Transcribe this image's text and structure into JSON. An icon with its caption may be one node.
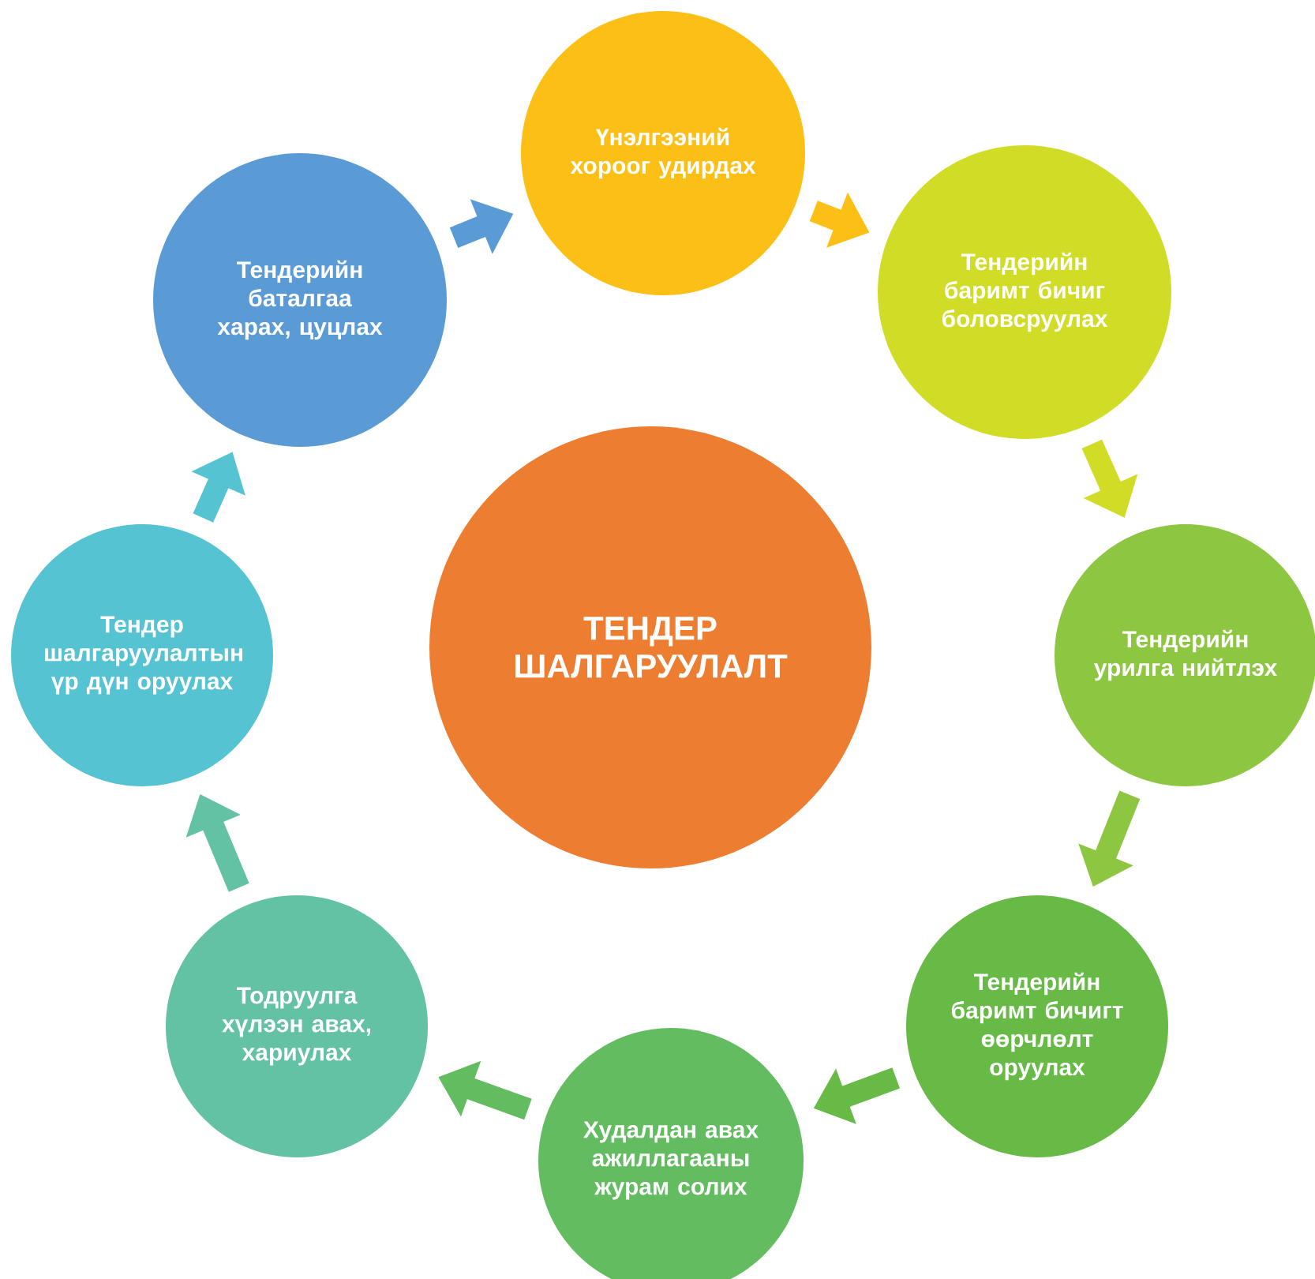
{
  "diagram": {
    "nodes": [
      {
        "text": [
          "ТЕНДЕР ШАЛГАРУУЛАЛТ"
        ]
      },
      {
        "text": [
          "Үнэлгээний хороог удирдах"
        ]
      },
      {
        "text": [
          "Тендерийн баримт бичиг боловсруулах"
        ]
      },
      {
        "text": [
          "Тендерийн урилга нийтлэх"
        ]
      },
      {
        "text": [
          "Тендерийн баримт бичигт өөрчлөлт оруулах"
        ]
      },
      {
        "text": [
          "Худалдан авах ажиллагааны журам солих"
        ]
      },
      {
        "text": [
          "Тодруулга хүлээн авах, хариулах"
        ]
      },
      {
        "text": [
          "Тендер шалгаруулалтын үр дүн оруулах"
        ]
      },
      {
        "text": [
          "Тендерийн баталгаа харах, цуцлах"
        ]
      }
    ],
    "edges": [
      {
        "from": 8,
        "to": 1,
        "arrow": "to",
        "color": "#5b9bd5"
      },
      {
        "from": 1,
        "to": 2,
        "arrow": "to",
        "color": "#fbbf15"
      },
      {
        "from": 2,
        "to": 3,
        "arrow": "to",
        "color": "#d1dc26"
      },
      {
        "from": 3,
        "to": 4,
        "arrow": "to",
        "color": "#8dc641"
      },
      {
        "from": 4,
        "to": 5,
        "arrow": "to",
        "color": "#67ba45"
      },
      {
        "from": 5,
        "to": 6,
        "arrow": "to",
        "color": "#63bc60"
      },
      {
        "from": 6,
        "to": 7,
        "arrow": "to",
        "color": "#63c2a3"
      },
      {
        "from": 7,
        "to": 8,
        "arrow": "to",
        "color": "#55c3d2"
      }
    ]
  }
}
